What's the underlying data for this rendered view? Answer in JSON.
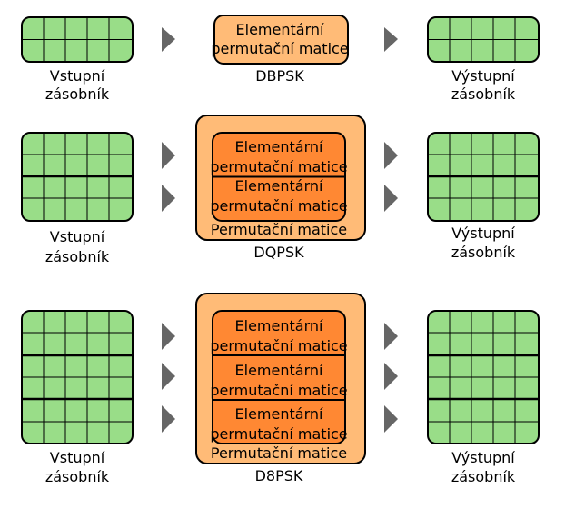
{
  "colors": {
    "buffer_fill": "#99dd88",
    "outer_box_fill": "#ffbb77",
    "inner_box_fill": "#ff8833",
    "arrow": "#666666",
    "stroke": "#000000"
  },
  "labels": {
    "input": [
      "Vstupní",
      "zásobník"
    ],
    "output": [
      "Výstupní",
      "zásobník"
    ],
    "elementary": [
      "Elementární",
      "permutační matice"
    ],
    "permutation_matrix": "Permutační matice"
  },
  "rows": [
    {
      "mode": "DBPSK",
      "blocks": 1,
      "input_has_label": true,
      "output_has_label": true,
      "outer_label": ""
    },
    {
      "mode": "DQPSK",
      "blocks": 2,
      "input_has_label": true,
      "output_has_label": true,
      "outer_label": "Permutační matice"
    },
    {
      "mode": "D8PSK",
      "blocks": 3,
      "input_has_label": true,
      "output_has_label": true,
      "outer_label": "Permutační matice"
    }
  ],
  "icons": [
    "arrow-right-icon"
  ]
}
